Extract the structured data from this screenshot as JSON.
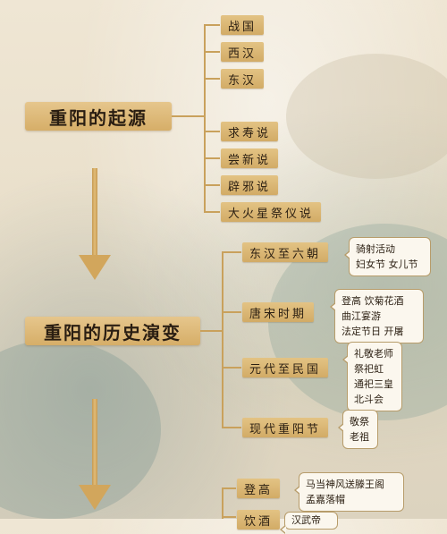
{
  "sections": {
    "origin": {
      "title": "重阳的起源",
      "eras": [
        "战国",
        "西汉",
        "东汉"
      ],
      "theories": [
        "求寿说",
        "尝新说",
        "辟邪说",
        "大火星祭仪说"
      ]
    },
    "evolution": {
      "title": "重阳的历史演变",
      "periods": [
        {
          "label": "东汉至六朝",
          "notes": [
            "骑射活动",
            "妇女节 女儿节"
          ]
        },
        {
          "label": "唐宋时期",
          "notes": [
            "登高 饮菊花酒",
            "曲江宴游",
            "法定节日 开屠"
          ]
        },
        {
          "label": "元代至民国",
          "notes": [
            "礼敬老师",
            "祭祀虹",
            "通祀三皇",
            "北斗会"
          ]
        },
        {
          "label": "现代重阳节",
          "notes": [
            "敬祭",
            "老祖"
          ]
        }
      ]
    },
    "customs": {
      "items": [
        {
          "label": "登高",
          "notes": [
            "马当神风送滕王阁",
            "孟嘉落帽"
          ]
        },
        {
          "label": "饮酒",
          "notes": [
            "汉武帝"
          ]
        }
      ]
    }
  },
  "colors": {
    "gold": "#d6ae68",
    "line": "#c9a15c",
    "text": "#2b1f12"
  }
}
